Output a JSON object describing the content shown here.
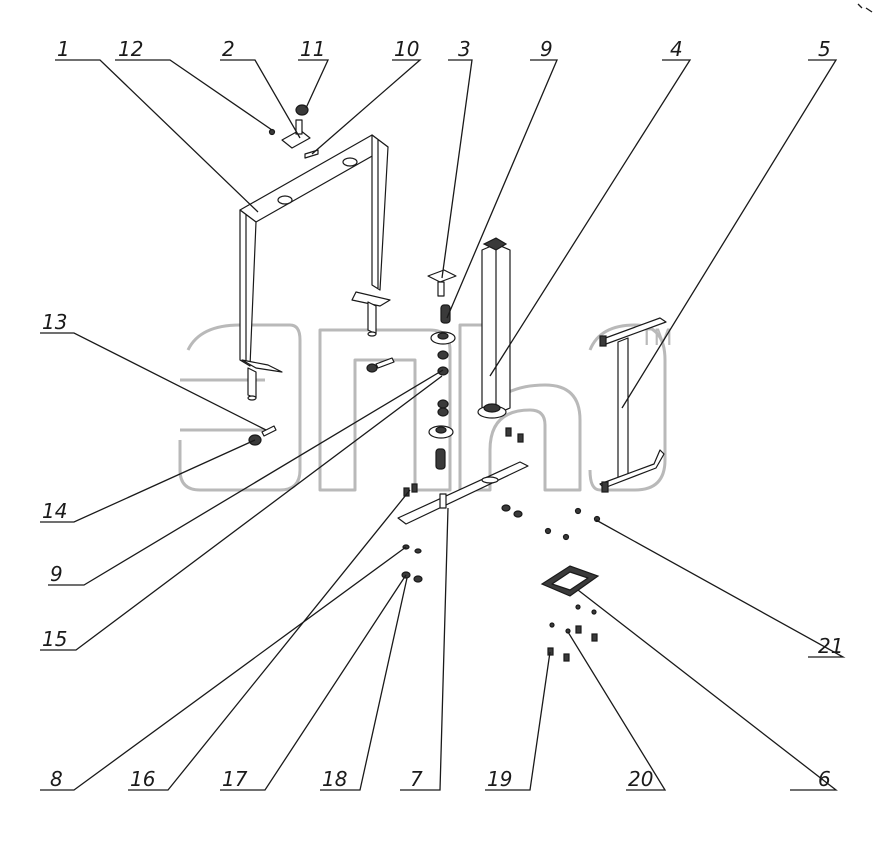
{
  "watermark": {
    "tm": "TM"
  },
  "callouts": [
    {
      "id": "c1",
      "text": "1"
    },
    {
      "id": "c12",
      "text": "12"
    },
    {
      "id": "c2",
      "text": "2"
    },
    {
      "id": "c11",
      "text": "11"
    },
    {
      "id": "c10",
      "text": "10"
    },
    {
      "id": "c3",
      "text": "3"
    },
    {
      "id": "c9a",
      "text": "9"
    },
    {
      "id": "c4",
      "text": "4"
    },
    {
      "id": "c5",
      "text": "5"
    },
    {
      "id": "c13",
      "text": "13"
    },
    {
      "id": "c14",
      "text": "14"
    },
    {
      "id": "c9b",
      "text": "9"
    },
    {
      "id": "c15",
      "text": "15"
    },
    {
      "id": "c21",
      "text": "21"
    },
    {
      "id": "c8",
      "text": "8"
    },
    {
      "id": "c16",
      "text": "16"
    },
    {
      "id": "c17",
      "text": "17"
    },
    {
      "id": "c18",
      "text": "18"
    },
    {
      "id": "c7",
      "text": "7"
    },
    {
      "id": "c19",
      "text": "19"
    },
    {
      "id": "c20",
      "text": "20"
    },
    {
      "id": "c6",
      "text": "6"
    }
  ]
}
